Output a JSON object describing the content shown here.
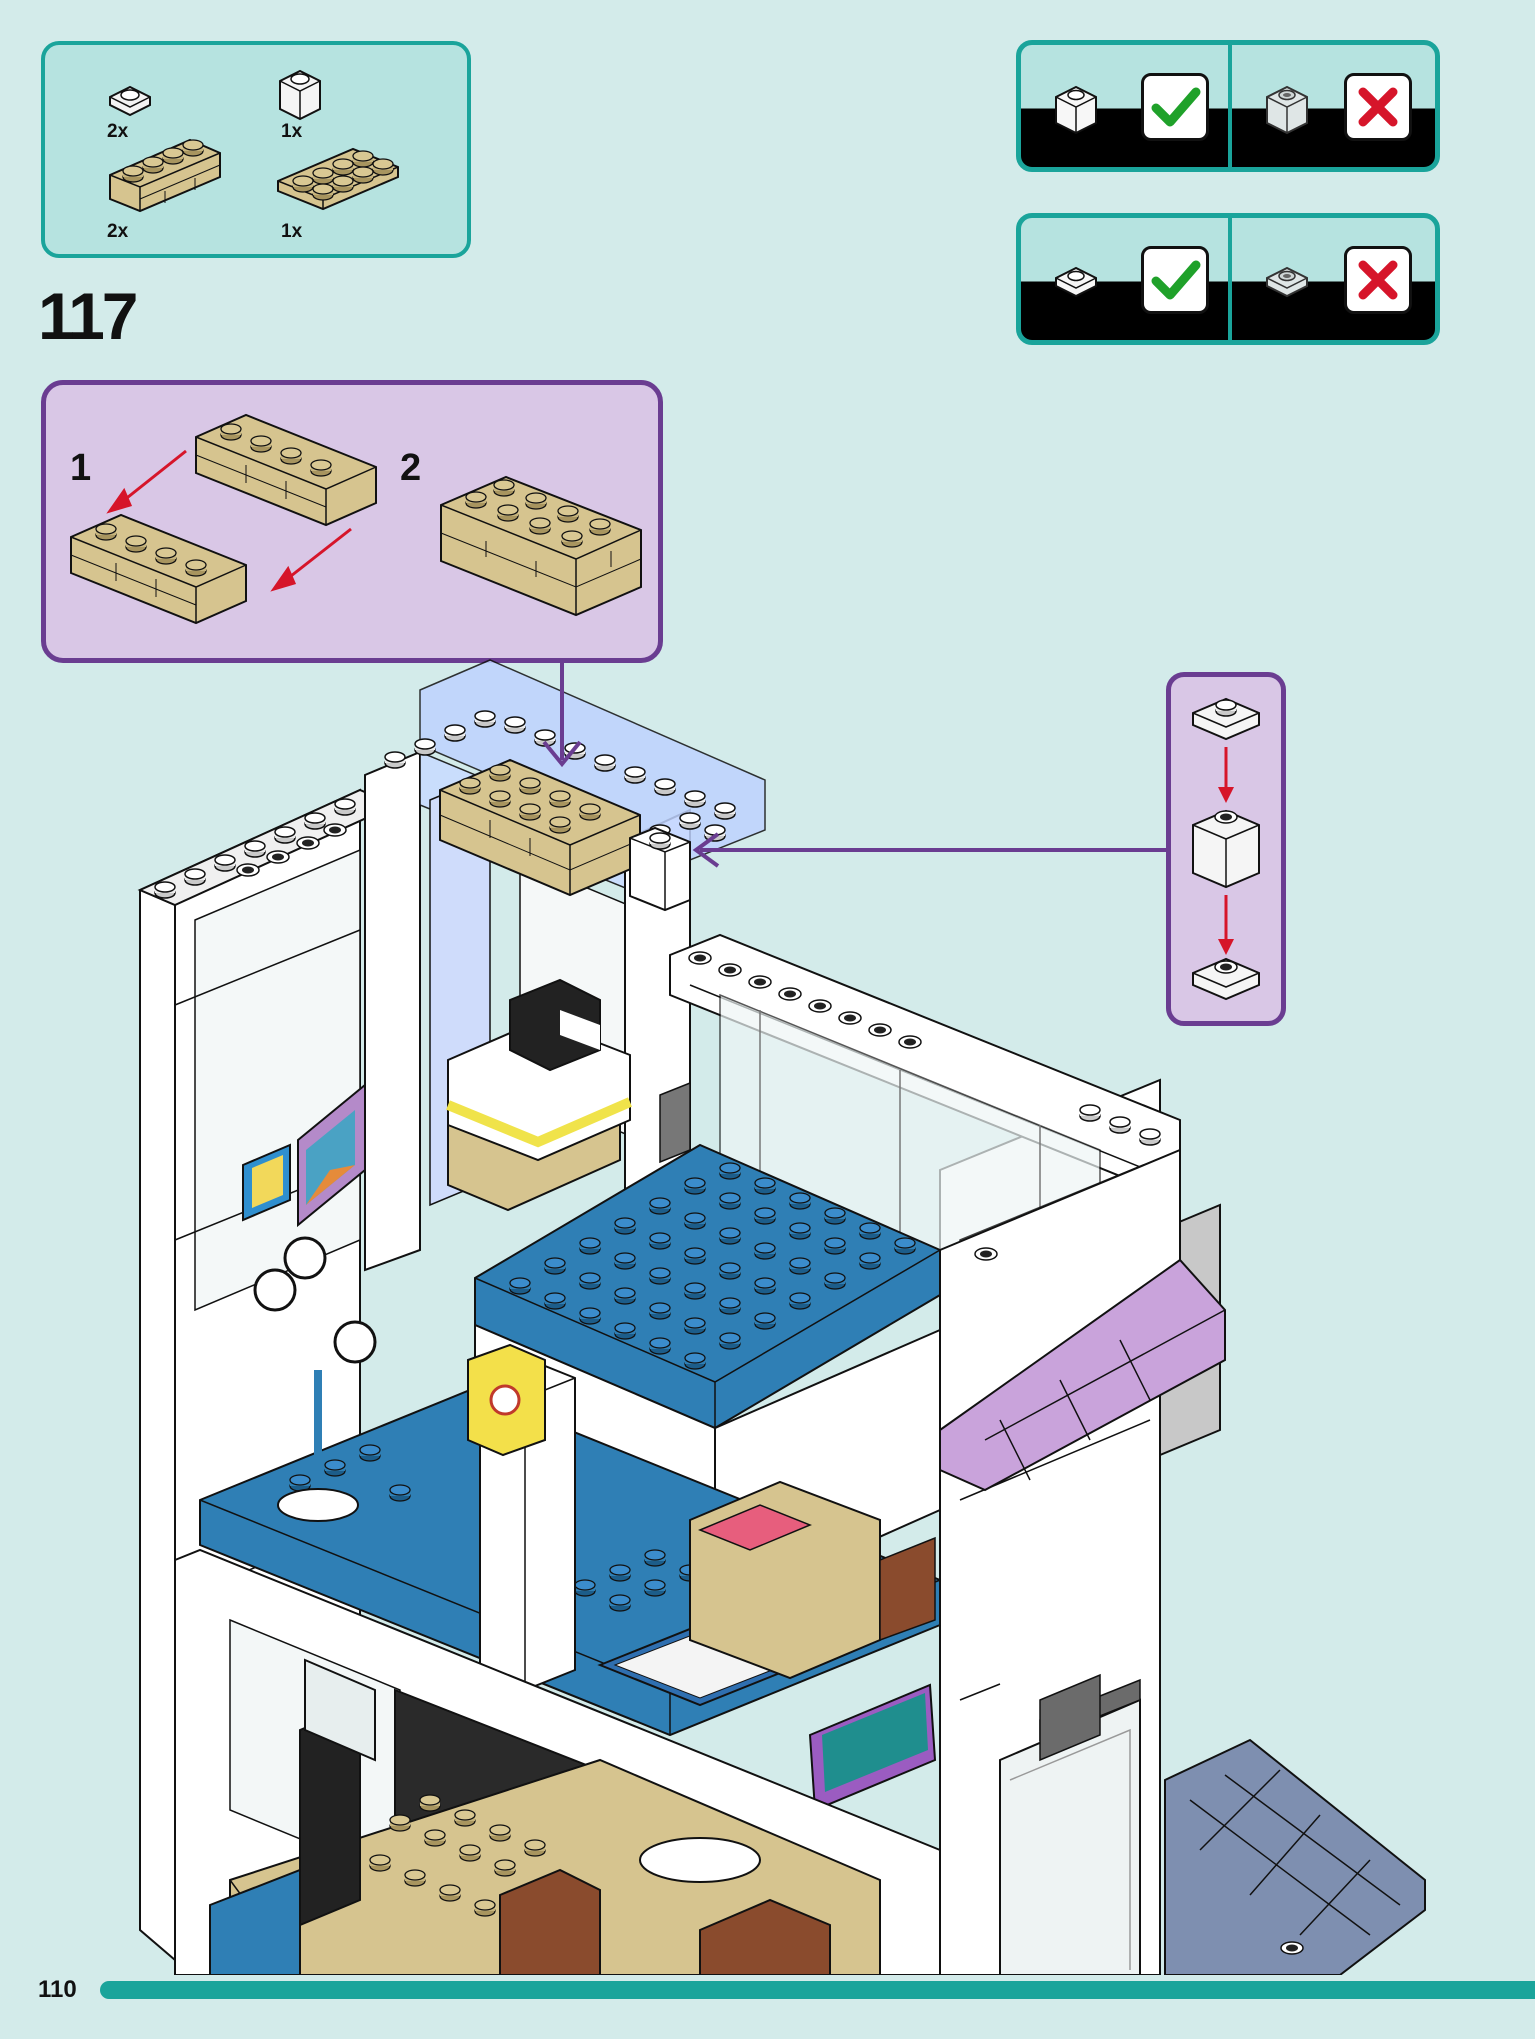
{
  "parts_needed": [
    {
      "name": "white round plate 1x1",
      "quantity": "2x"
    },
    {
      "name": "white brick 1x1",
      "quantity": "1x"
    },
    {
      "name": "tan brick 1x4 with masonry profile",
      "quantity": "2x"
    },
    {
      "name": "tan plate 2x4",
      "quantity": "1x"
    }
  ],
  "step": {
    "number": "117"
  },
  "sub_steps": [
    {
      "label": "1"
    },
    {
      "label": "2"
    }
  ],
  "color_check": {
    "rows": [
      {
        "correct": "check-icon",
        "wrong": "cross-icon"
      },
      {
        "correct": "check-icon",
        "wrong": "cross-icon"
      }
    ]
  },
  "page": {
    "number": "110"
  },
  "colors": {
    "page_background": "#d3ebea",
    "teal_accent": "#1aa49b",
    "purple_accent": "#6a3d91",
    "submodel_background": "#d9c7e6",
    "tan": "#d6c48f",
    "blue_plate": "#2f7fb5",
    "lavender_roof": "#c9a3db",
    "check_green": "#1fa12a",
    "cross_red": "#d6152a"
  }
}
